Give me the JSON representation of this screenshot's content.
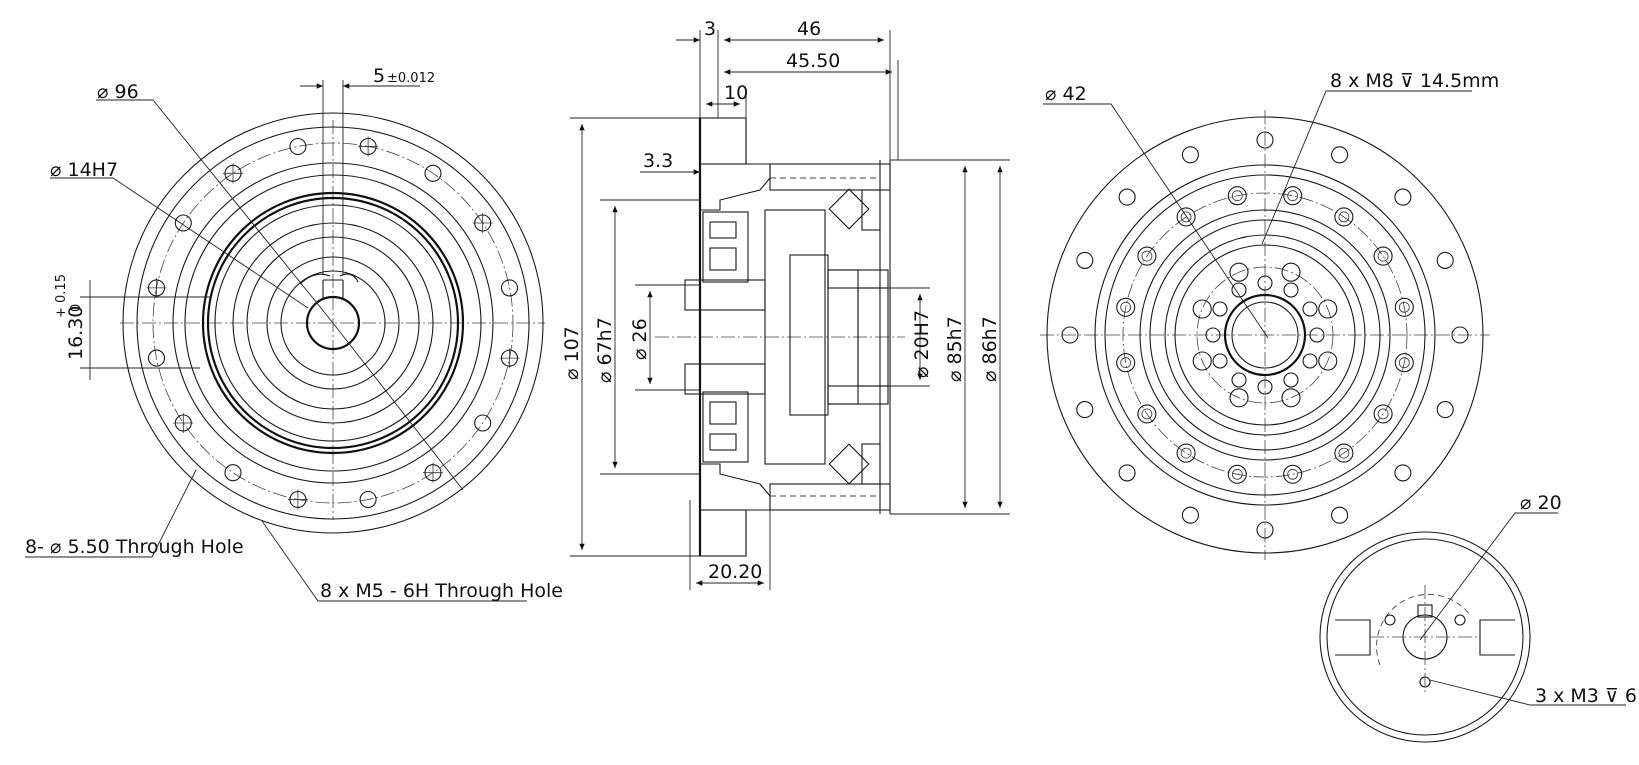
{
  "left_view": {
    "dia_outer": "⌀ 96",
    "keyway_width": "5",
    "keyway_tol": "±0.012",
    "bore": "⌀ 14H7",
    "key_height": "16.30",
    "key_tol_upper": "+ 0.15",
    "key_tol_lower": "0",
    "holes_through": "8- ⌀ 5.50 Through Hole",
    "holes_thread": "8 x M5 - 6H Through Hole"
  },
  "section_view": {
    "len_total": "46",
    "len_45": "45.50",
    "len_3": "3",
    "len_10": "10",
    "len_3_3": "3.3",
    "len_20_20": "20.20",
    "dia_107": "⌀ 107",
    "dia_67": "⌀ 67h7",
    "dia_26": "⌀ 26",
    "dia_20": "⌀ 20H7",
    "dia_85": "⌀ 85h7",
    "dia_86": "⌀ 86h7"
  },
  "right_view": {
    "dia_42": "⌀ 42",
    "threads_m8": "8 x  M8  ⊽ 14.5mm",
    "dia_20": "⌀ 20",
    "threads_m3": "3 x  M3  ⊽  6"
  }
}
